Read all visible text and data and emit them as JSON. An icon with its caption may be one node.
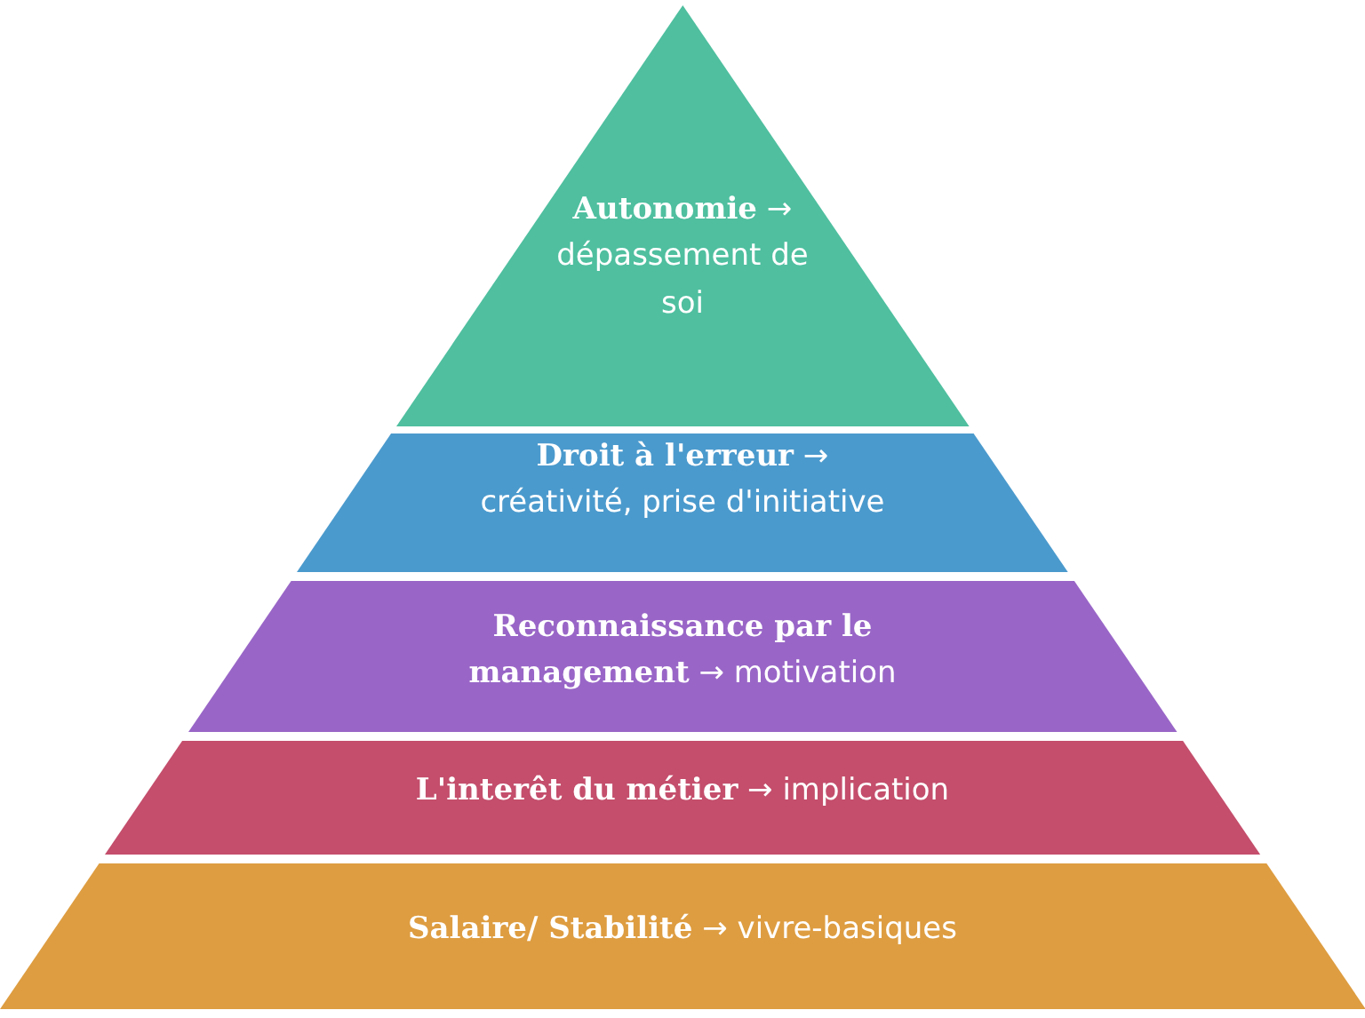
{
  "diagram": {
    "nodes": [
      {
        "text": [
          "**Autonomie** → dépassement de soi"
        ]
      },
      {
        "text": [
          "**Droit à l'erreur** → créativité, prise d'initiative"
        ]
      },
      {
        "text": [
          "**Reconnaissance par le management** → motivation"
        ]
      },
      {
        "text": [
          "**L'interêt du métier** → implication"
        ]
      },
      {
        "text": [
          "**Salaire/ Stabilité** → vivre-basiques"
        ]
      }
    ]
  }
}
